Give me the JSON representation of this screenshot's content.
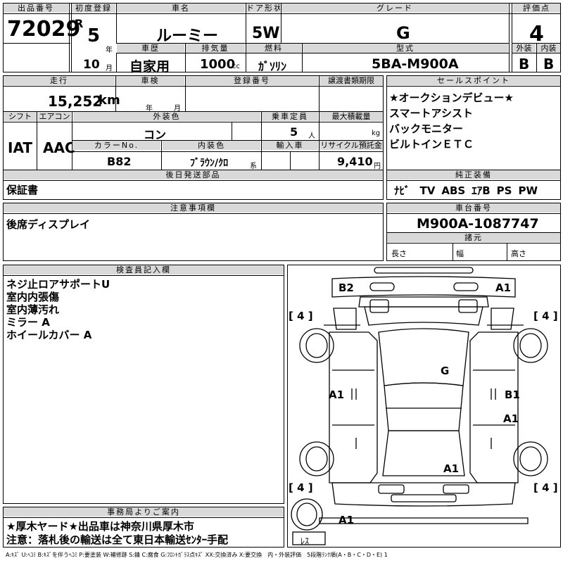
{
  "header": {
    "lot_label": "出品番号",
    "lot": "72029",
    "first_reg_label": "初度登録",
    "era": "R",
    "year": "5",
    "year_unit": "年",
    "month": "10",
    "month_unit": "月",
    "car_name_label": "車名",
    "car_name": "ルーミー",
    "door_label": "ドア形状",
    "door": "5W",
    "grade_label": "グレード",
    "grade": "G",
    "score_label": "評価点",
    "score": "4",
    "history_label": "車歴",
    "history": "自家用",
    "displacement_label": "排気量",
    "displacement": "1000",
    "displacement_unit": "cc",
    "fuel_label": "燃料",
    "fuel": "ｶﾞｿﾘﾝ",
    "model_label": "型式",
    "model": "5BA-M900A",
    "ext_label": "外装",
    "ext": "B",
    "int_label": "内装",
    "int": "B"
  },
  "mid": {
    "mileage_label": "走行",
    "mileage": "15,252",
    "mileage_unit": "km",
    "inspection_label": "車検",
    "inspection_year": "年",
    "inspection_month": "月",
    "reg_label": "登録番号",
    "transfer_label": "譲渡書類期限",
    "shift_label": "シフト",
    "shift": "IAT",
    "aircon_label": "エアコン",
    "aircon": "AAC",
    "color_label": "外装色",
    "color": "コン",
    "capacity_label": "乗車定員",
    "capacity": "5",
    "capacity_unit": "人",
    "load_label": "最大積載量",
    "load_unit": "kg",
    "colorno_label": "カラーNo.",
    "colorno": "B82",
    "intcolor_label": "内装色",
    "intcolor": "ﾌﾞﾗｳﾝ/ｸﾛ",
    "intcolor_unit": "系",
    "import_label": "輸入車",
    "recycle_label": "リサイクル預託金",
    "recycle": "9,410",
    "recycle_unit": "円",
    "later_label": "後日発送部品",
    "later": "保証書"
  },
  "sales": {
    "label": "セールスポイント",
    "lines": [
      "★オークションデビュー★",
      "スマートアシスト",
      "バックモニター",
      "ビルトインＥＴＣ"
    ]
  },
  "equip": {
    "label": "純正装備",
    "items": [
      "ﾅﾋﾞ",
      "TV",
      "ABS",
      "ｴｱB",
      "PS",
      "PW"
    ]
  },
  "notes": {
    "label": "注意事項欄",
    "text": "後席ディスプレイ"
  },
  "chassis": {
    "label": "車台番号",
    "number": "M900A-1087747",
    "spec_label": "諸元",
    "length": "長さ",
    "width": "幅",
    "height": "高さ"
  },
  "inspector": {
    "label": "検査員記入欄",
    "lines": [
      "ネジ止ロアサポートU",
      "室内内張傷",
      "室内薄汚れ",
      "ミラー A",
      "ホイールカバー A"
    ]
  },
  "office": {
    "label": "事務局よりご案内",
    "lines": [
      "★厚木ヤード★出品車は神奈川県厚木市",
      "注意：落札後の輸送は全て東日本輸送ｾﾝﾀｰ手配"
    ]
  },
  "diagram": {
    "marks": {
      "front_left": "B2",
      "front_right": "A1",
      "roof": "G",
      "left_side": "A1",
      "right_side": "B1",
      "right_rear": "A1",
      "rear": "A1",
      "bottom_left": "A1"
    },
    "tires": {
      "fl": "4",
      "fr": "4",
      "rl": "4",
      "rr": "4"
    },
    "spare": "ﾚｽ"
  },
  "legend": "A:ｷｽﾞ U:ﾍｺﾐ B:ｷｽﾞを伴うﾍｺﾐ P:要塗装 W:補修跡 S:錆 C:腐食 G:ﾌﾛﾝﾄｶﾞﾗｽ点ｷｽﾞ XX:交換済み X:要交換　内・外装評価　5段階ﾗﾝｸ順(A・B・C・D・E) 1"
}
